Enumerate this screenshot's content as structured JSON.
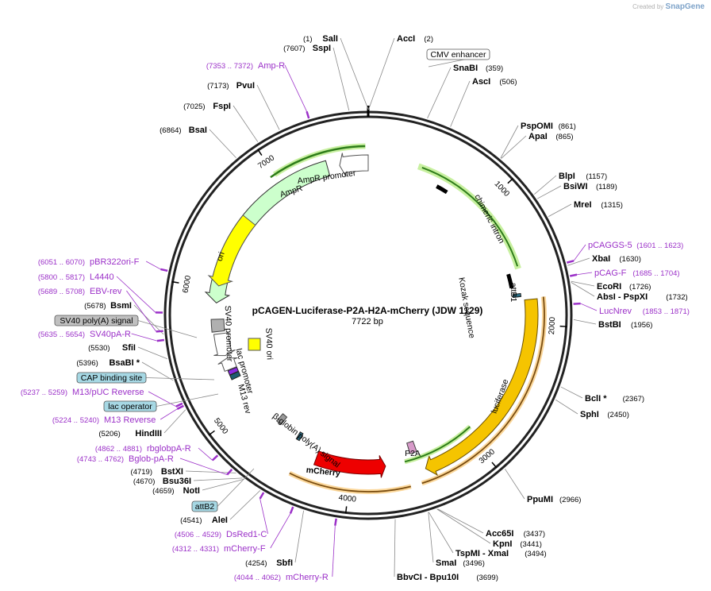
{
  "app": {
    "credit_prefix": "Created by",
    "credit_brand": "SnapGene"
  },
  "plasmid": {
    "name": "pCAGEN-Luciferase-P2A-H2A-mCherry (JDW 1129)",
    "length": "7722 bp",
    "bp": 7722
  },
  "ticks": [
    {
      "bp": 1000,
      "label": "1000"
    },
    {
      "bp": 2000,
      "label": "2000"
    },
    {
      "bp": 3000,
      "label": "3000"
    },
    {
      "bp": 4000,
      "label": "4000"
    },
    {
      "bp": 5000,
      "label": "5000"
    },
    {
      "bp": 6000,
      "label": "6000"
    },
    {
      "bp": 7000,
      "label": "7000"
    }
  ],
  "enzymes": [
    {
      "name": "SalI",
      "pos": "(1)",
      "bp": 1
    },
    {
      "name": "AccI",
      "pos": "(2)",
      "bp": 2
    },
    {
      "name": "SnaBI",
      "pos": "(359)",
      "bp": 359
    },
    {
      "name": "AscI",
      "pos": "(506)",
      "bp": 506
    },
    {
      "name": "PspOMI",
      "pos": "(861)",
      "bp": 861
    },
    {
      "name": "ApaI",
      "pos": "(865)",
      "bp": 865
    },
    {
      "name": "BlpI",
      "pos": "(1157)",
      "bp": 1157
    },
    {
      "name": "BsiWI",
      "pos": "(1189)",
      "bp": 1189
    },
    {
      "name": "MreI",
      "pos": "(1315)",
      "bp": 1315
    },
    {
      "name": "XbaI",
      "pos": "(1630)",
      "bp": 1630
    },
    {
      "name": "EcoRI",
      "pos": "(1726)",
      "bp": 1726
    },
    {
      "name": "AbsI - PspXI",
      "pos": "(1732)",
      "bp": 1732
    },
    {
      "name": "BstBI",
      "pos": "(1956)",
      "bp": 1956
    },
    {
      "name": "BclI *",
      "pos": "(2367)",
      "bp": 2367
    },
    {
      "name": "SphI",
      "pos": "(2450)",
      "bp": 2450
    },
    {
      "name": "PpuMI",
      "pos": "(2966)",
      "bp": 2966
    },
    {
      "name": "Acc65I",
      "pos": "(3437)",
      "bp": 3437
    },
    {
      "name": "KpnI",
      "pos": "(3441)",
      "bp": 3441
    },
    {
      "name": "TspMI - XmaI",
      "pos": "(3494)",
      "bp": 3494
    },
    {
      "name": "SmaI",
      "pos": "(3496)",
      "bp": 3496
    },
    {
      "name": "BbvCI - Bpu10I",
      "pos": "(3699)",
      "bp": 3699
    },
    {
      "name": "SbfI",
      "pos": "(4254)",
      "bp": 4254
    },
    {
      "name": "AleI",
      "pos": "(4541)",
      "bp": 4541
    },
    {
      "name": "NotI",
      "pos": "(4659)",
      "bp": 4659
    },
    {
      "name": "Bsu36I",
      "pos": "(4670)",
      "bp": 4670
    },
    {
      "name": "BstXI",
      "pos": "(4719)",
      "bp": 4719
    },
    {
      "name": "HindIII",
      "pos": "(5206)",
      "bp": 5206
    },
    {
      "name": "BsaBI *",
      "pos": "(5396)",
      "bp": 5396
    },
    {
      "name": "SfiI",
      "pos": "(5530)",
      "bp": 5530
    },
    {
      "name": "BsmI",
      "pos": "(5678)",
      "bp": 5678
    },
    {
      "name": "BsaI",
      "pos": "(6864)",
      "bp": 6864
    },
    {
      "name": "FspI",
      "pos": "(7025)",
      "bp": 7025
    },
    {
      "name": "PvuI",
      "pos": "(7173)",
      "bp": 7173
    },
    {
      "name": "SspI",
      "pos": "(7607)",
      "bp": 7607
    }
  ],
  "primers": [
    {
      "name": "Amp-R",
      "range": "(7353 .. 7372)",
      "bp": 7362
    },
    {
      "name": "pCAGGS-5",
      "range": "(1601 .. 1623)",
      "bp": 1612
    },
    {
      "name": "pCAG-F",
      "range": "(1685 .. 1704)",
      "bp": 1694
    },
    {
      "name": "LucNrev",
      "range": "(1853 .. 1871)",
      "bp": 1862
    },
    {
      "name": "pBR322ori-F",
      "range": "(6051 .. 6070)",
      "bp": 6060
    },
    {
      "name": "L4440",
      "range": "(5800 .. 5817)",
      "bp": 5808
    },
    {
      "name": "EBV-rev",
      "range": "(5689 .. 5708)",
      "bp": 5698
    },
    {
      "name": "SV40pA-R",
      "range": "(5635 .. 5654)",
      "bp": 5644
    },
    {
      "name": "M13/pUC Reverse",
      "range": "(5237 .. 5259)",
      "bp": 5248
    },
    {
      "name": "M13 Reverse",
      "range": "(5224 .. 5240)",
      "bp": 5232
    },
    {
      "name": "rbglobpA-R",
      "range": "(4862 .. 4881)",
      "bp": 4871
    },
    {
      "name": "Bglob-pA-R",
      "range": "(4743 .. 4762)",
      "bp": 4752
    },
    {
      "name": "DsRed1-C",
      "range": "(4506 .. 4529)",
      "bp": 4517
    },
    {
      "name": "mCherry-F",
      "range": "(4312 .. 4331)",
      "bp": 4321
    },
    {
      "name": "mCherry-R",
      "range": "(4044 .. 4062)",
      "bp": 4053
    }
  ],
  "boxed_labels": [
    {
      "name": "CMV enhancer",
      "color": "#ffffff"
    },
    {
      "name": "SV40 poly(A) signal",
      "color": "#c0c0c0"
    },
    {
      "name": "CAP binding site",
      "color": "#a6d8e4"
    },
    {
      "name": "lac operator",
      "color": "#a6d8e4"
    },
    {
      "name": "attB2",
      "color": "#a6d8e4"
    }
  ],
  "features": [
    {
      "name": "AmpR promoter",
      "color": "#ffffff"
    },
    {
      "name": "AmpR",
      "color": "#ccffcc"
    },
    {
      "name": "ori",
      "color": "#ffff00"
    },
    {
      "name": "chimeric intron",
      "color": "#000000"
    },
    {
      "name": "Kozak sequence",
      "color": "#000000"
    },
    {
      "name": "attB1",
      "color": "#2a6f86"
    },
    {
      "name": "luciferase",
      "color": "#f5c400"
    },
    {
      "name": "P2A",
      "color": "#d79ac9"
    },
    {
      "name": "mCherry",
      "color": "#ee0000"
    },
    {
      "name": "β-globin poly(A) signal",
      "color": "#999999"
    },
    {
      "name": "SV40 promoter",
      "color": "#ffffff"
    },
    {
      "name": "SV40 ori",
      "color": "#ffff00"
    },
    {
      "name": "lac promoter",
      "color": "#ffffff"
    },
    {
      "name": "M13 rev",
      "color": "#8a2be2"
    }
  ]
}
